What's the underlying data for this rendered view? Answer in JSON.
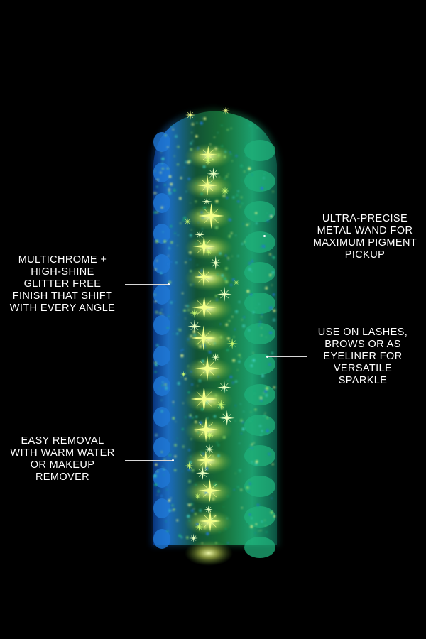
{
  "product_image": {
    "subject": "glitter-mascara-wand-icon",
    "colors": {
      "background": "#000000",
      "wand_blue": "#1f78d6",
      "wand_green": "#1fb07a",
      "sparkle_yellow": "#f2ff8a",
      "text": "#ffffff"
    }
  },
  "callouts": {
    "wand": "ULTRA-PRECISE\nMETAL WAND FOR\nMAXIMUM PIGMENT\nPICKUP",
    "finish": "MULTICHROME +\nHIGH-SHINE\nGLITTER FREE\nFINISH THAT SHIFT\nWITH EVERY ANGLE",
    "use": "USE ON LASHES,\nBROWS OR AS\nEYELINER FOR\nVERSATILE\nSPARKLE",
    "removal": "EASY REMOVAL\nWITH WARM WATER\nOR MAKEUP\nREMOVER"
  }
}
